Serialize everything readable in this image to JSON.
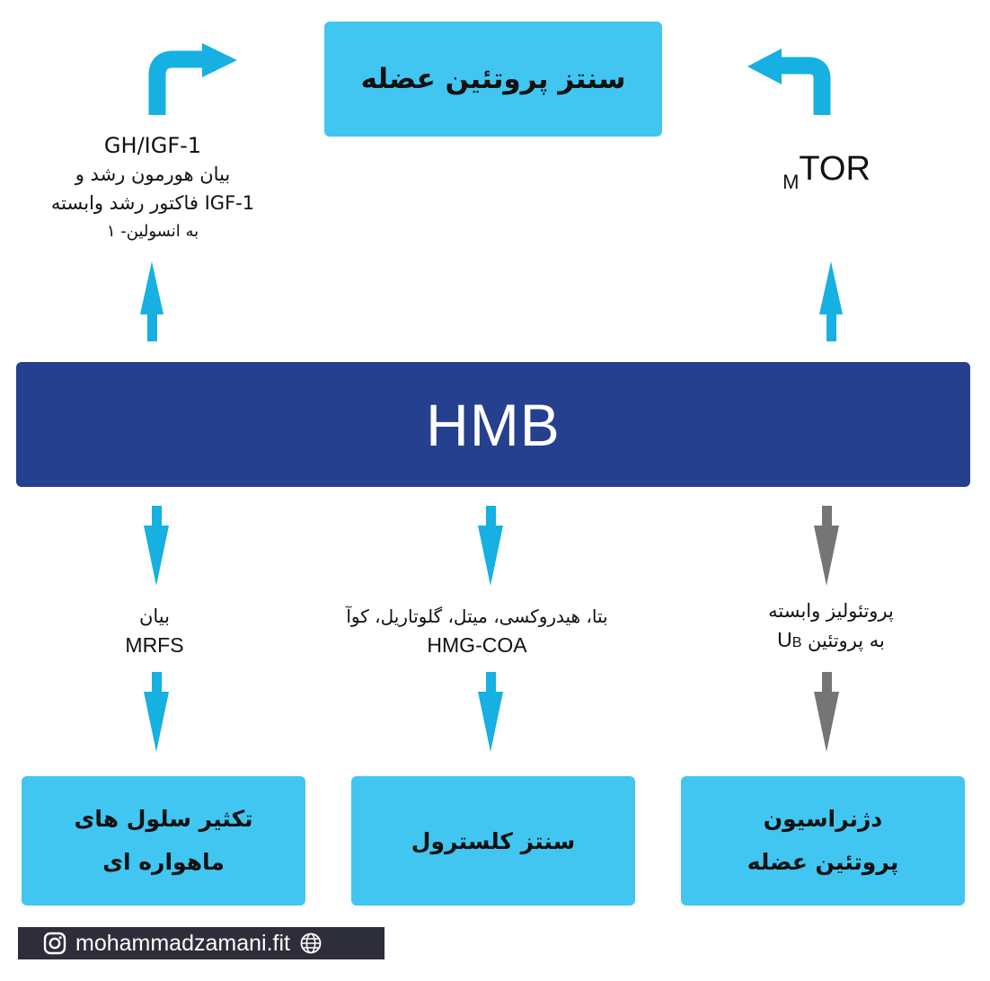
{
  "colors": {
    "box": "#41c6f2",
    "hmb": "#24408e",
    "arrow_blue": "#16b0e2",
    "arrow_gray": "#757575",
    "footer": "#2e2e3a"
  },
  "top_box": {
    "label": "سنتز پروتئین عضله"
  },
  "hmb": {
    "label": "HMB"
  },
  "left_top": {
    "line1": "GH/IGF-1",
    "line2": "بیان هورمون رشد و",
    "line3": "IGF-1 فاکتور رشد وابسته",
    "line4": "به انسولین- ۱"
  },
  "right_top": {
    "prefix": "M",
    "main": "TOR"
  },
  "bottom_labels": {
    "left": {
      "line1": "بیان",
      "line2": "MRFS"
    },
    "middle": {
      "line1": "بتا، هیدروکسی، میتل، گلوتاریل، کوآ",
      "line2": "HMG-COA"
    },
    "right": {
      "line1": "پروتئولیز وابسته",
      "line2_text": "به پروتئین ",
      "line2_U": "U",
      "line2_B": "B"
    }
  },
  "bottom_boxes": {
    "left": {
      "line1": "تکثیر سلول های",
      "line2": "ماهواره ای"
    },
    "middle": {
      "line1": "سنتز کلسترول"
    },
    "right": {
      "line1": "دژنراسیون",
      "line2": "پروتئین عضله"
    }
  },
  "footer": {
    "text": "mohammadzamani.fit",
    "instagram_icon": "instagram-icon",
    "globe_icon": "globe-icon"
  }
}
